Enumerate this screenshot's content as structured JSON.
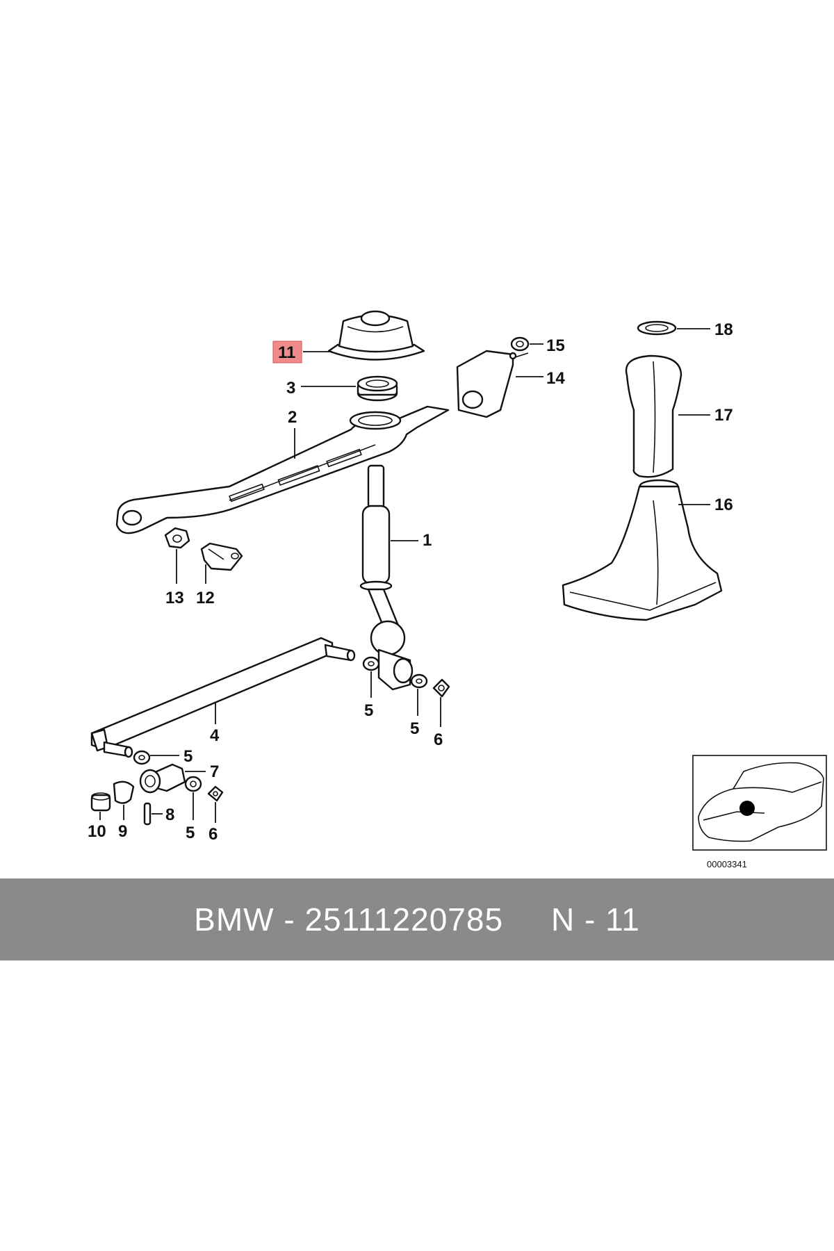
{
  "callouts": {
    "c1": "1",
    "c2": "2",
    "c3": "3",
    "c4": "4",
    "c5a": "5",
    "c5b": "5",
    "c5c": "5",
    "c5d": "5",
    "c6a": "6",
    "c6b": "6",
    "c7": "7",
    "c8": "8",
    "c9": "9",
    "c10": "10",
    "c11": "11",
    "c12": "12",
    "c13": "13",
    "c14": "14",
    "c15": "15",
    "c16": "16",
    "c17": "17",
    "c18": "18"
  },
  "highlight_color": "#f08b8b",
  "inset": {
    "code": "00003341"
  },
  "footer": {
    "brand": "BMW",
    "sep1": " - ",
    "part_number": "25111220785",
    "gap": "     ",
    "ref": "N - 11"
  }
}
